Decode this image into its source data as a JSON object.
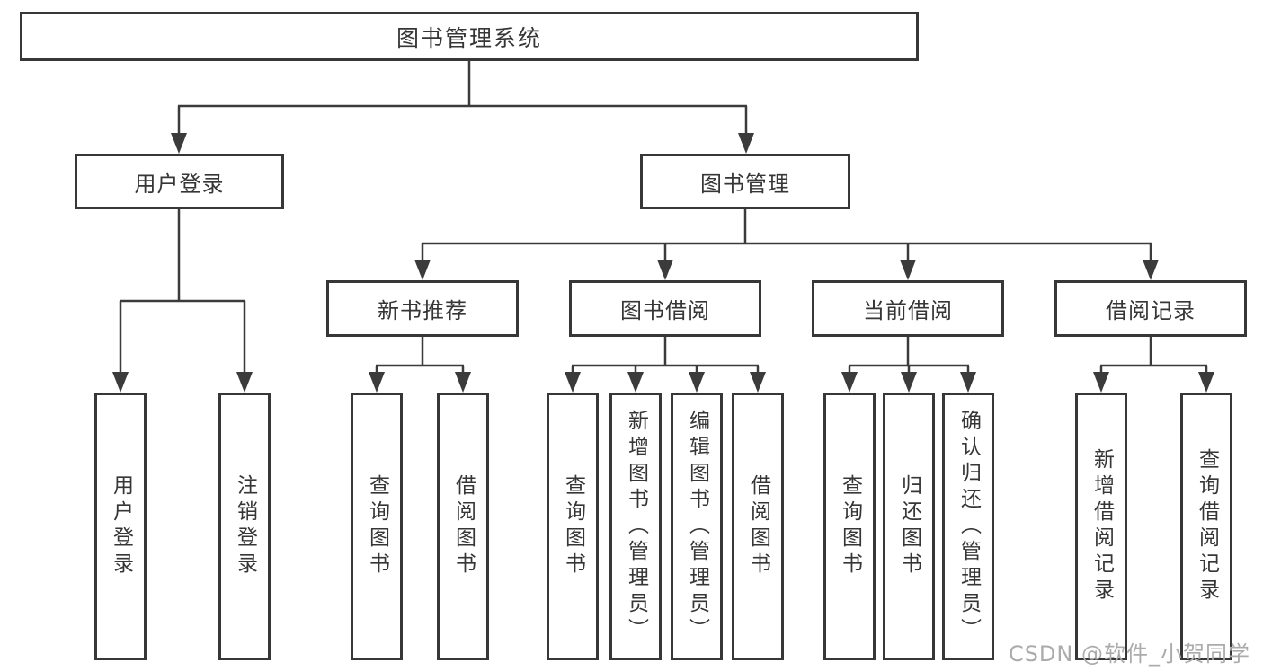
{
  "tree": {
    "label": "图书管理系统",
    "children": [
      {
        "label": "用户登录",
        "children": [
          {
            "label": "用户登录"
          },
          {
            "label": "注销登录"
          }
        ]
      },
      {
        "label": "图书管理",
        "children": [
          {
            "label": "新书推荐",
            "children": [
              {
                "label": "查询图书"
              },
              {
                "label": "借阅图书"
              }
            ]
          },
          {
            "label": "图书借阅",
            "children": [
              {
                "label": "查询图书"
              },
              {
                "label": "新增图书（管理员）"
              },
              {
                "label": "编辑图书（管理员）"
              },
              {
                "label": "借阅图书"
              }
            ]
          },
          {
            "label": "当前借阅",
            "children": [
              {
                "label": "查询图书"
              },
              {
                "label": "归还图书"
              },
              {
                "label": "确认归还（管理员）"
              }
            ]
          },
          {
            "label": "借阅记录",
            "children": [
              {
                "label": "新增借阅记录"
              },
              {
                "label": "查询借阅记录"
              }
            ]
          }
        ]
      }
    ]
  },
  "watermark": {
    "text": "CSDN @软件_小贺同学"
  },
  "colors": {
    "line": "#3b3b3b",
    "border": "#373737",
    "text": "#363636",
    "background": "#ffffff",
    "watermark": "#ababab"
  }
}
